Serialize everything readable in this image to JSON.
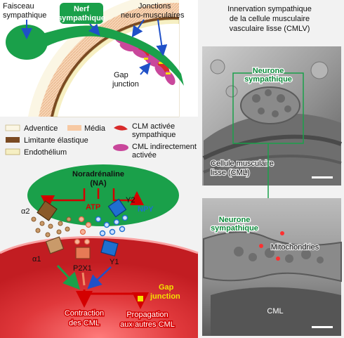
{
  "top_diagram": {
    "faisceau_line1": "Faisceau",
    "faisceau_line2": "sympathique",
    "nerf_line1": "Nerf",
    "nerf_line2": "sympathique",
    "jonctions_line1": "Jonctions",
    "jonctions_line2": "neuro-musculaires",
    "gap_line1": "Gap",
    "gap_line2": "junction"
  },
  "legend": {
    "adventice": "Adventice",
    "media": "Média",
    "limitante": "Limitante élastique",
    "endothelium": "Endothélium",
    "clm_line1": "CLM activée",
    "clm_line2": "sympathique",
    "cml_line1": "CML indirectement",
    "cml_line2": "activée"
  },
  "signaling": {
    "na_line1": "Noradrénaline",
    "na_line2": "(NA)",
    "atp": "ATP",
    "npy": "NPY",
    "alpha2": "α2",
    "y2": "Y2",
    "alpha1": "α1",
    "p2x1": "P2X1",
    "y1": "Y1",
    "gap_line1": "Gap",
    "gap_line2": "junction",
    "contraction_line1": "Contraction",
    "contraction_line2": "des CML",
    "propagation_line1": "Propagation",
    "propagation_line2": "aux autres CML"
  },
  "micrographs": {
    "title_line1": "Innervation sympathique",
    "title_line2": "de la cellule musculaire",
    "title_line3": "vasculaire lisse (CMLV)",
    "top_neurone_line1": "Neurone",
    "top_neurone_line2": "sympathique",
    "cml_line1": "Cellule musculaire",
    "cml_line2": "lisse (CML)",
    "bottom_neurone_line1": "Neurone",
    "bottom_neurone_line2": "sympathique",
    "mitochondries": "Mitochondries",
    "bottom_cml": "CML"
  },
  "colors": {
    "nerve_green": "#1aa04a",
    "receptor_alpha": "#8a5a2a",
    "receptor_npy": "#1f6fd0",
    "receptor_atp": "#e77a55",
    "contraction_red": "#d40000",
    "gap_yellow": "#f2e100"
  }
}
